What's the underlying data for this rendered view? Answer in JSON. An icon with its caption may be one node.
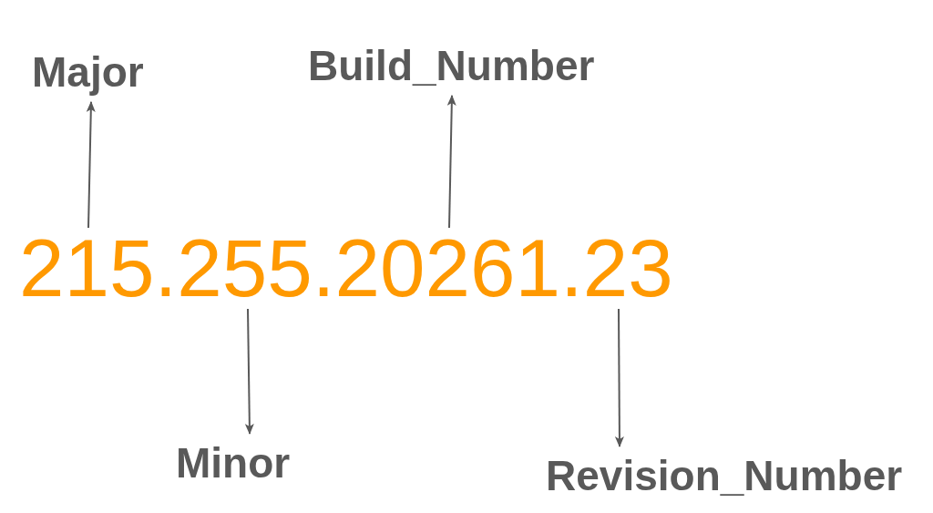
{
  "diagram": {
    "nodes": [
      {
        "text": [
          "Major"
        ]
      },
      {
        "text": [
          "Build_Number"
        ]
      },
      {
        "text": [
          "215.255.20261.23"
        ]
      },
      {
        "text": [
          "Minor"
        ]
      },
      {
        "text": [
          "Revision_Number"
        ]
      }
    ],
    "edges": [
      {
        "from": 2,
        "to": 0,
        "arrow": "to"
      },
      {
        "from": 2,
        "to": 1,
        "arrow": "to"
      },
      {
        "from": 2,
        "to": 3,
        "arrow": "to"
      },
      {
        "from": 2,
        "to": 4,
        "arrow": "to"
      }
    ]
  }
}
